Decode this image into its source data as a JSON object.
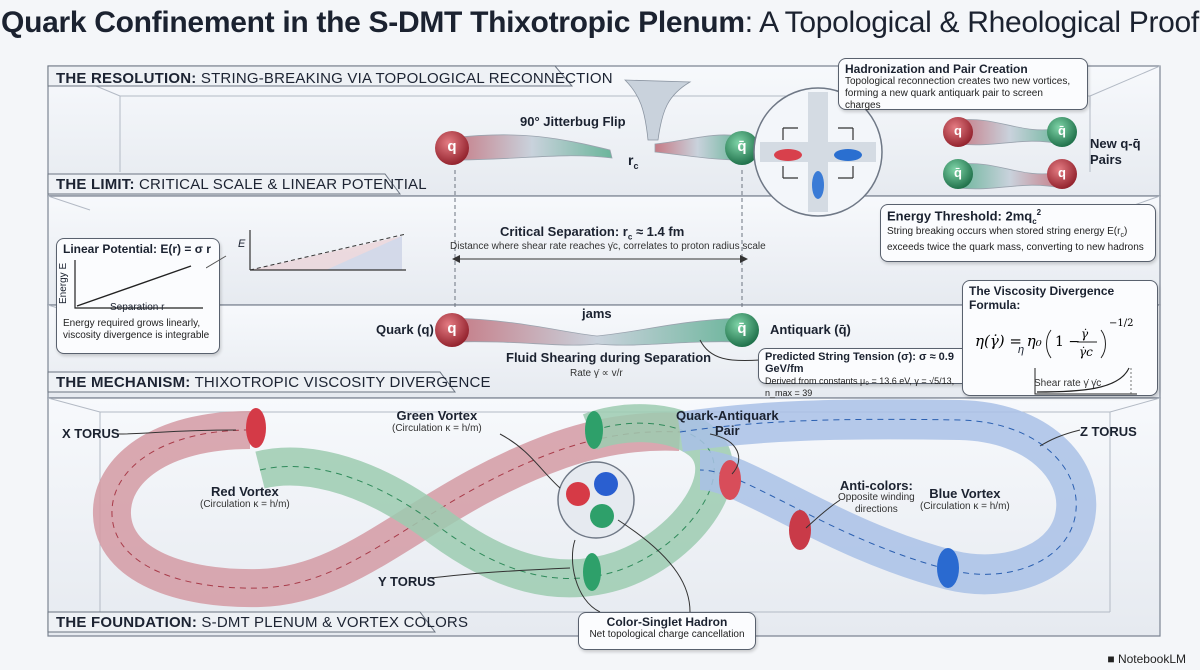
{
  "title": {
    "bold": "Quark Confinement in the S-DMT Thixotropic Plenum",
    "rest": ": A Topological & Rheological Proof"
  },
  "levels": {
    "resolution": {
      "bold": "THE RESOLUTION:",
      "rest": " STRING-BREAKING VIA TOPOLOGICAL RECONNECTION"
    },
    "limit": {
      "bold": "THE LIMIT:",
      "rest": " CRITICAL SCALE & LINEAR POTENTIAL"
    },
    "mechanism": {
      "bold": "THE MECHANISM:",
      "rest": " THIXOTROPIC VISCOSITY DIVERGENCE"
    },
    "foundation": {
      "bold": "THE FOUNDATION:",
      "rest": " S-DMT PLENUM & VORTEX COLORS"
    }
  },
  "resolution": {
    "jitterbug": "90° Jitterbug Flip",
    "rc": "r",
    "rc_sub": "c",
    "hadronization": {
      "title": "Hadronization and Pair Creation",
      "text1": "Topological reconnection creates two new vortices,",
      "text2": "forming a new quark antiquark pair to screen charges"
    },
    "new_pairs_1": "New q-q̄",
    "new_pairs_2": "Pairs",
    "energy_threshold": {
      "title": "Energy Threshold: 2mq",
      "sub": "c",
      "sup": "2",
      "text1": "String breaking occurs when stored string energy E(r",
      "text1_sub": "c",
      "text1_end": ")",
      "text2": "exceeds twice the quark mass, converting to new hadrons"
    }
  },
  "limit": {
    "linear_title": "Linear Potential: E(r) = σ r",
    "energy_axis": "Energy E",
    "separation_axis": "Separation r",
    "linear_note1": "Energy required grows linearly,",
    "linear_note2": "viscosity divergence is integrable",
    "mini_E": "E",
    "critical_title": "Critical Separation: r",
    "critical_sub": "c",
    "critical_val": " ≈ 1.4 fm",
    "critical_note": "Distance where shear rate reaches γ̇c, correlates to proton radius scale"
  },
  "mechanism": {
    "quark_label": "Quark (q)",
    "antiquark_label": "Antiquark (q̄)",
    "jams": "jams",
    "shearing": "Fluid Shearing during Separation",
    "rate": "Rate γ̇ ∝ v/r",
    "tension_title": "Predicted String Tension (σ): σ ≈ 0.9 GeV/fm",
    "tension_note": "Derived from constants μ₀ = 13.6 eV, γ = √5/13, n_max = 39",
    "viscosity_title": "The Viscosity Divergence Formula:",
    "eta": "η",
    "shear_rate": "Shear rate γ̇ γ̇c"
  },
  "glyphs": {
    "q": "q",
    "qbar": "q̄"
  },
  "foundation": {
    "x_torus": "X TORUS",
    "y_torus": "Y TORUS",
    "z_torus": "Z TORUS",
    "green_vortex": "Green Vortex",
    "green_circ": "(Circulation κ = h/m)",
    "red_vortex": "Red Vortex",
    "red_circ": "(Circulation κ = h/m)",
    "blue_vortex": "Blue Vortex",
    "blue_circ": "(Circulation κ = h/m)",
    "pair_1": "Quark-Antiquark",
    "pair_2": "Pair",
    "anticolors": "Anti-colors:",
    "anticolors_1": "Opposite winding",
    "anticolors_2": "directions",
    "singlet_title": "Color-Singlet Hadron",
    "singlet_text": "Net topological charge cancellation"
  },
  "brand": "NotebookLM",
  "colors": {
    "red": "#c8323c",
    "green": "#2a9a62",
    "blue": "#2a62c8",
    "panel": "#e9edf3",
    "edge": "#8c95a3"
  }
}
